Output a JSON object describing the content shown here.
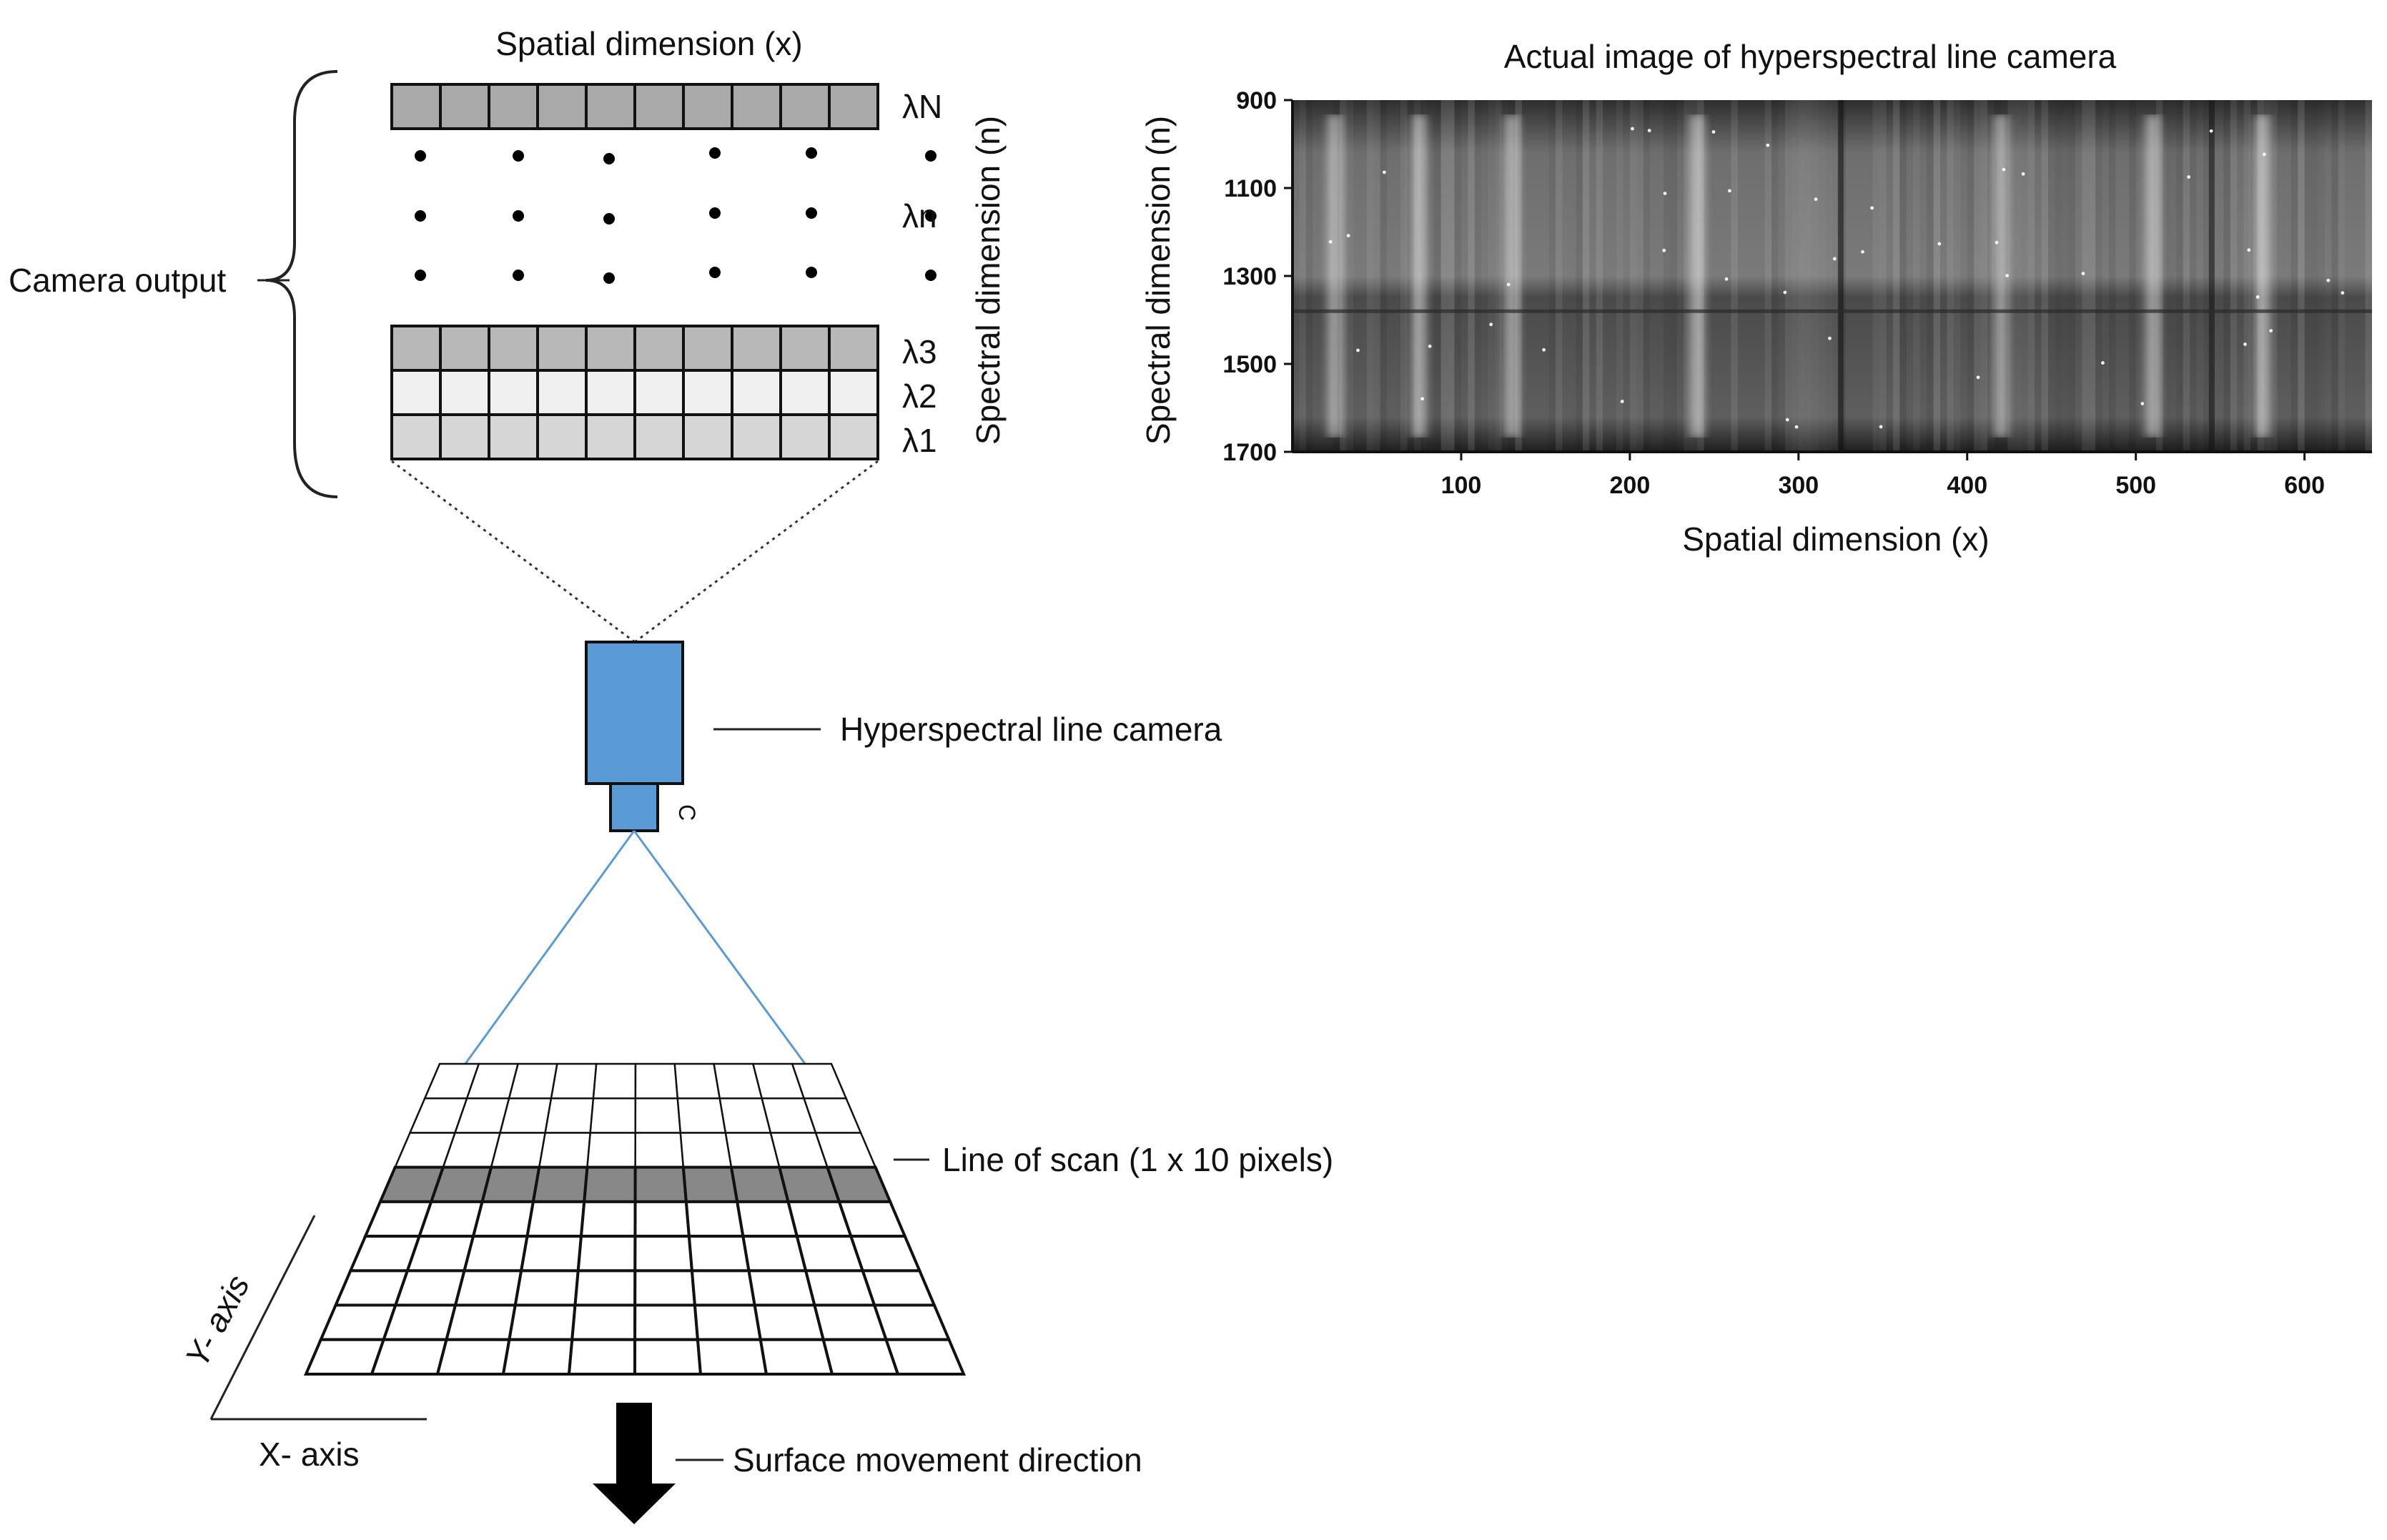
{
  "camera_output": {
    "label": "Camera output",
    "spatial_label": "Spatial dimension (x)",
    "spectral_label": "Spectral dimension (n)",
    "band_labels": [
      "λN",
      "λn",
      "λ3",
      "λ2",
      "λ1"
    ],
    "band_colors": {
      "lambda_n": "#aaaaaa",
      "lambda_3": "#b8b8b8",
      "lambda_2": "#f0f0f0",
      "lambda_1": "#d6d6d6"
    }
  },
  "camera": {
    "label": "Hyperspectral line camera",
    "body_color": "#5b9bd5",
    "lens_mark": "C"
  },
  "scan_grid": {
    "line_label": "Line of scan (1 x 10 pixels)",
    "scan_color": "#888888",
    "y_axis_label": "Y- axis",
    "x_axis_label": "X- axis",
    "movement_label": "Surface movement direction"
  },
  "chart_data": {
    "type": "heatmap",
    "title": "Actual image of hyperspectral line camera",
    "xlabel": "Spatial dimension (x)",
    "ylabel": "Spectral dimension (n)",
    "x_ticks": [
      100,
      200,
      300,
      400,
      500,
      600
    ],
    "y_ticks": [
      900,
      1100,
      1300,
      1500,
      1700
    ],
    "xlim": [
      0,
      640
    ],
    "ylim": [
      900,
      1700
    ],
    "colormap": "grayscale",
    "bright_columns": [
      25,
      75,
      130,
      240,
      420,
      510,
      575
    ],
    "dark_columns": [
      325,
      545
    ],
    "band_boundary_n": 1380
  }
}
